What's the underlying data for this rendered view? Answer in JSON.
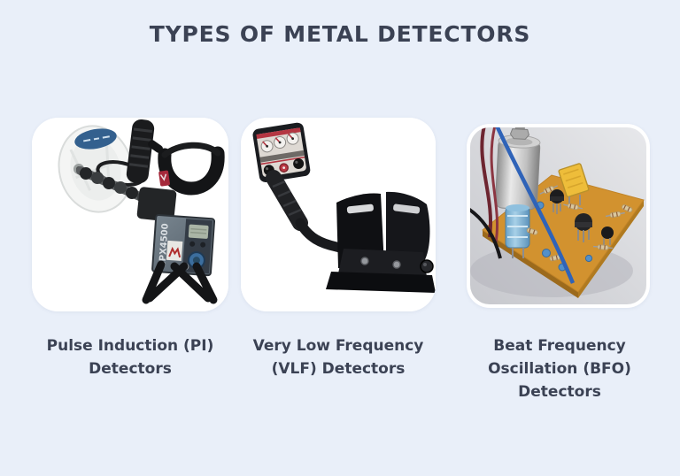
{
  "title": "TYPES OF METAL DETECTORS",
  "colors": {
    "page_background": "#e9eff9",
    "heading_text": "#3b4254",
    "card_background": "#ffffff",
    "photo3_background": "#d3d4d9",
    "pcb_orange": "#d2922f"
  },
  "cards": [
    {
      "id": "pi",
      "label": "Pulse Induction (PI)\nDetectors",
      "image": "pulse-induction-detector-photo"
    },
    {
      "id": "vlf",
      "label": "Very Low Frequency\n(VLF) Detectors",
      "image": "vlf-detector-photo"
    },
    {
      "id": "bfo",
      "label": "Beat Frequency\nOscillation (BFO)\nDetectors",
      "image": "bfo-circuit-board-photo"
    }
  ]
}
